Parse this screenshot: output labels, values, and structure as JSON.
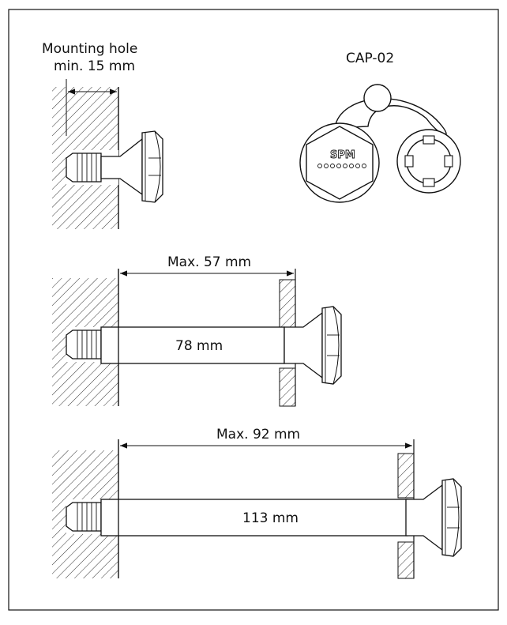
{
  "labels": {
    "mounting_hole_line1": "Mounting hole",
    "mounting_hole_line2": "min. 15 mm",
    "cap_model": "CAP-02",
    "cap_logo": "SPM",
    "mid_max": "Max. 57 mm",
    "mid_length": "78 mm",
    "bottom_max": "Max. 92 mm",
    "bottom_length": "113 mm"
  },
  "colors": {
    "line": "#111111",
    "background": "#ffffff"
  }
}
